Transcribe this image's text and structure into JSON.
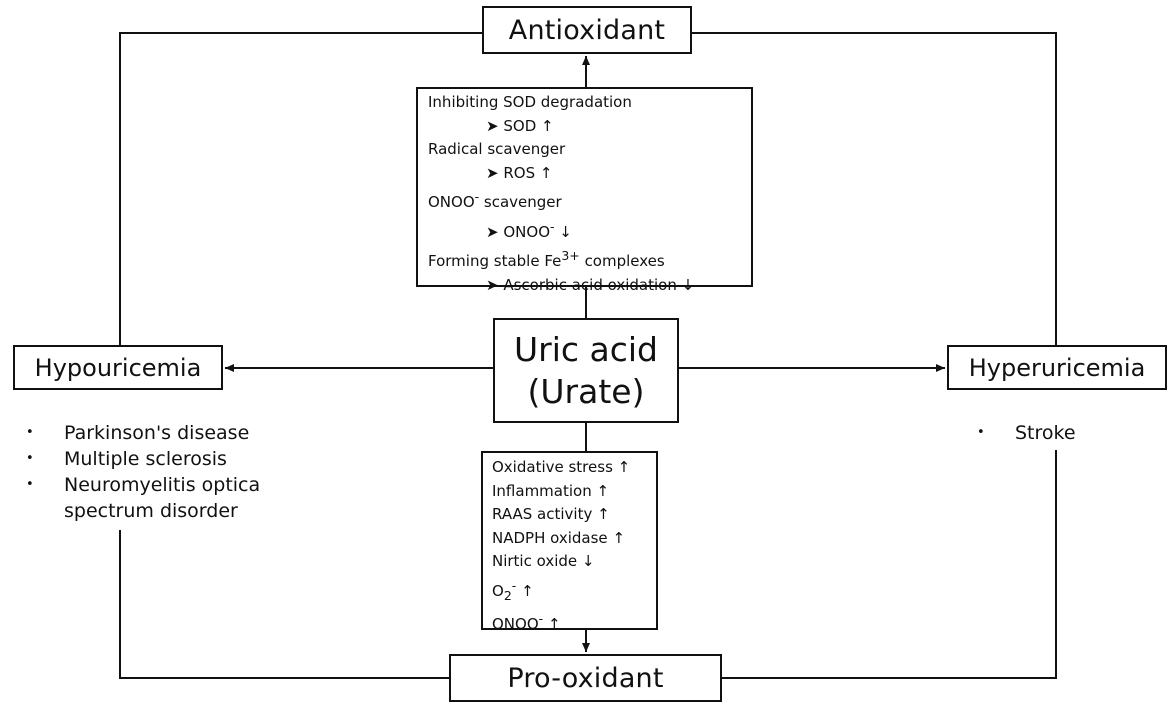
{
  "nodes": {
    "antioxidant": "Antioxidant",
    "pro_oxidant": "Pro-oxidant",
    "hypouricemia": "Hypouricemia",
    "hyperuricemia": "Hyperuricemia",
    "uric_acid": {
      "line1": "Uric acid",
      "line2": "(Urate)"
    }
  },
  "antioxidant_mechanisms": [
    {
      "mechanism": "Inhibiting SOD degradation",
      "effect": "SOD",
      "direction": "↑"
    },
    {
      "mechanism": "Radical scavenger",
      "effect": "ROS",
      "direction": "↑"
    },
    {
      "mechanism_prefix": "ONOO",
      "mechanism_sup": "-",
      "mechanism_suffix": " scavenger",
      "effect": "ONOO",
      "effect_sup": "-",
      "direction": "↓"
    },
    {
      "mechanism_prefix": "Forming stable Fe",
      "mechanism_sup": "3+",
      "mechanism_suffix": " complexes",
      "effect": "Ascorbic acid oxidation",
      "direction": "↓"
    }
  ],
  "effect_marker": "➤",
  "pro_oxidant_effects": [
    {
      "label": "Oxidative stress",
      "direction": "↑"
    },
    {
      "label": "Inflammation",
      "direction": "↑"
    },
    {
      "label": "RAAS activity",
      "direction": "↑"
    },
    {
      "label": "NADPH oxidase",
      "direction": "↑"
    },
    {
      "label": "Nirtic oxide",
      "direction": "↓"
    },
    {
      "label_base": "O",
      "label_sub": "2",
      "label_sup": "-",
      "direction": "↑"
    },
    {
      "label_base": "ONOO",
      "label_sup": "-",
      "direction": "↑"
    }
  ],
  "hypouricemia_diseases": [
    {
      "line1": "Parkinson's disease"
    },
    {
      "line1": "Multiple sclerosis"
    },
    {
      "line1": "Neuromyelitis optica",
      "line2": "spectrum disorder"
    }
  ],
  "hyperuricemia_diseases": [
    "Stroke"
  ]
}
